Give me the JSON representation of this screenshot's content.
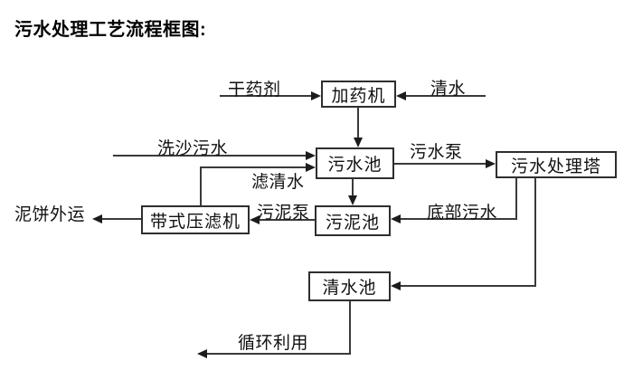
{
  "title": "污水处理工艺流程框图:",
  "nodes": {
    "dosing_machine": "加药机",
    "sewage_pool": "污水池",
    "treatment_tower": "污水处理塔",
    "sludge_pool": "污泥池",
    "belt_filter_press": "带式压滤机",
    "clean_water_pool": "清水池"
  },
  "edge_labels": {
    "dry_chemical": "干药剂",
    "clean_water": "清水",
    "sand_washing_sewage": "洗沙污水",
    "sewage_pump": "污水泵",
    "filtered_water": "滤清水",
    "bottom_sewage": "底部污水",
    "sludge_pump": "污泥泵",
    "mud_cake_outbound": "泥饼外运",
    "recycling": "循环利用"
  },
  "flows": [
    {
      "from_label": "干药剂",
      "to": "加药机"
    },
    {
      "from_label": "清水",
      "to": "加药机"
    },
    {
      "from": "加药机",
      "to": "污水池"
    },
    {
      "from_label": "洗沙污水",
      "to": "污水池"
    },
    {
      "from": "带式压滤机",
      "to": "污水池",
      "label": "滤清水"
    },
    {
      "from": "污水池",
      "to": "污水处理塔",
      "label": "污水泵"
    },
    {
      "from": "污水池",
      "to": "污泥池"
    },
    {
      "from": "污水处理塔",
      "to": "污泥池",
      "label": "底部污水"
    },
    {
      "from": "污泥池",
      "to": "带式压滤机",
      "label": "污泥泵"
    },
    {
      "from": "带式压滤机",
      "to_label": "泥饼外运"
    },
    {
      "from": "污水处理塔",
      "to": "清水池"
    },
    {
      "from": "清水池",
      "to_label": "循环利用"
    }
  ],
  "colors": {
    "background": "#ffffff",
    "line": "#3a3a3a",
    "box_border": "#2e2e2e",
    "text": "#000000"
  }
}
